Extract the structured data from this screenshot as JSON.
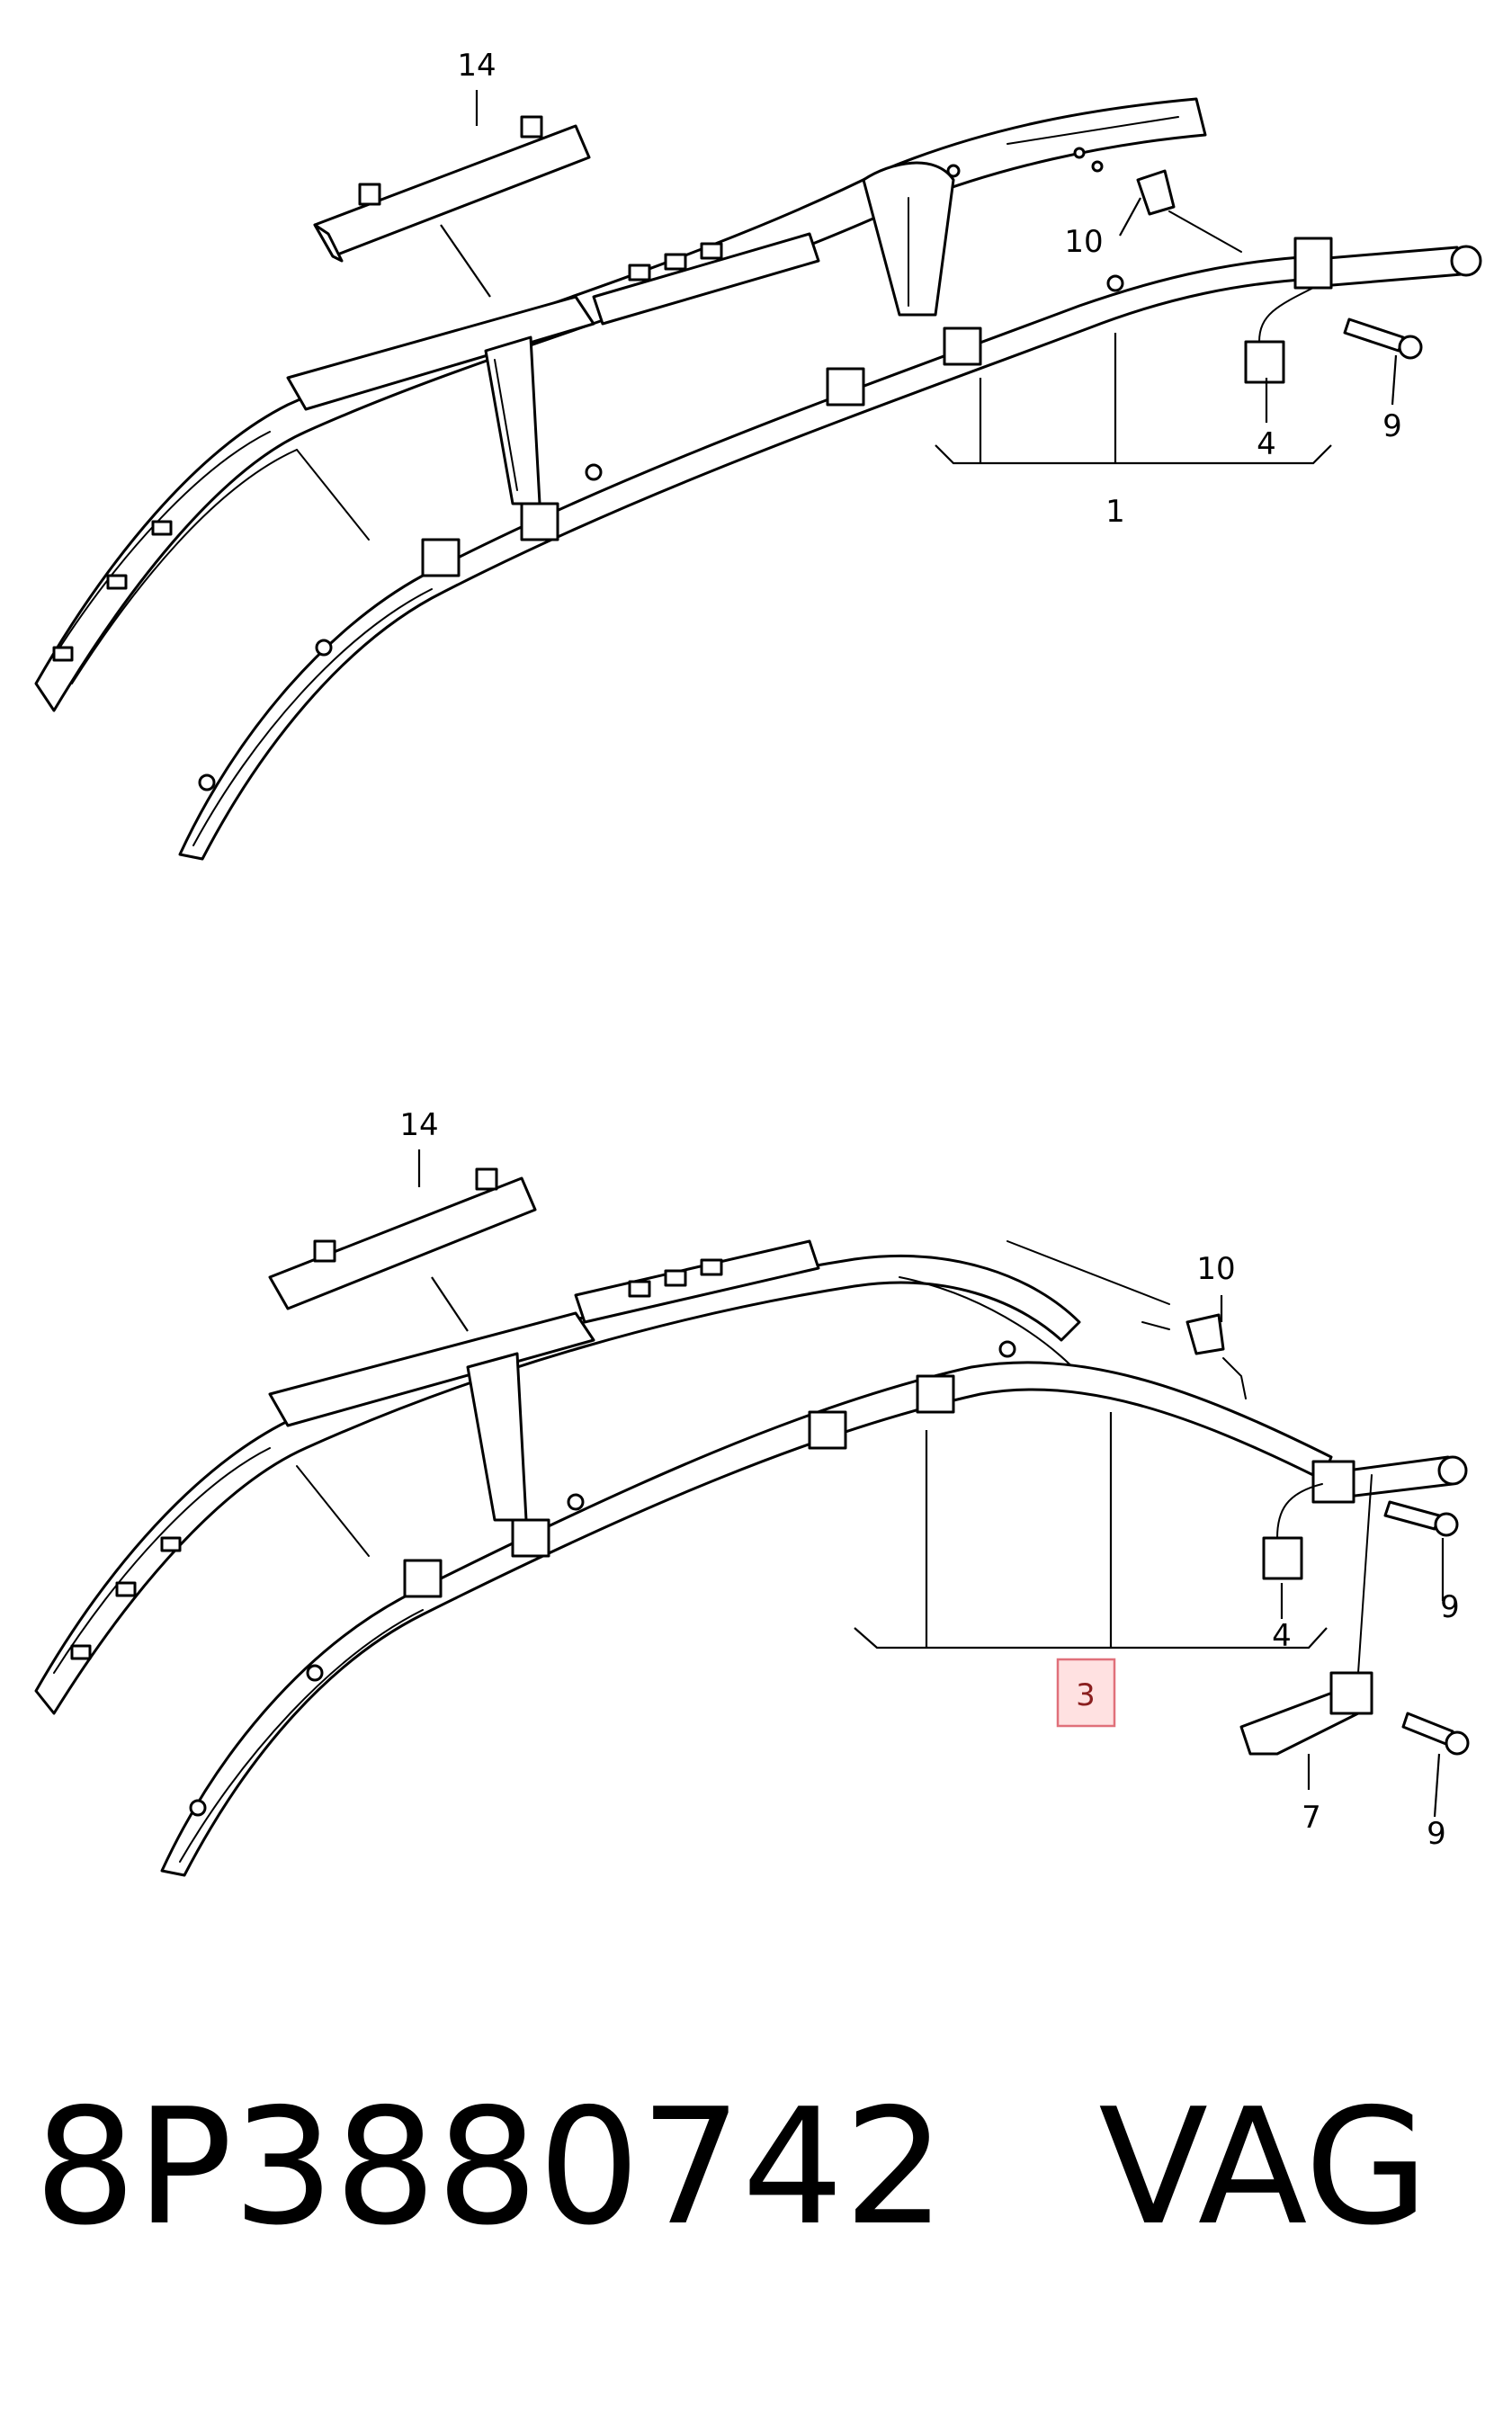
{
  "diagram": {
    "top_panel": {
      "callouts": {
        "trim": "14",
        "clip": "10",
        "connector": "4",
        "screw": "9",
        "assembly": "1"
      }
    },
    "bottom_panel": {
      "callouts": {
        "trim": "14",
        "clip": "10",
        "connector": "4",
        "screw_upper": "9",
        "assembly": "3",
        "bracket": "7",
        "screw_lower": "9"
      },
      "highlighted": "3"
    }
  },
  "footer": {
    "part_number": "8P3880742",
    "brand": "VAG"
  },
  "colors": {
    "highlight_fill": "#ffd6d6",
    "highlight_border": "#e0707a",
    "ink": "#000000"
  }
}
